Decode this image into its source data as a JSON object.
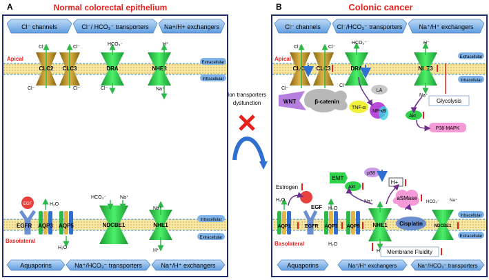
{
  "panel_a": {
    "letter": "A",
    "title": "Normal colorectal epithelium",
    "top_labels": [
      "Cl⁻ channels",
      "Cl⁻/ HCO₃⁻ transporters",
      "Na+/H+ exchangers"
    ],
    "apical": "Apical",
    "extracellular": "Extracellular",
    "intracellular": "Intracellular",
    "clc2": "CLC2",
    "clc3": "CLC3",
    "dra": "DRA",
    "nhe3": "NHE3",
    "cl": "Cl⁻",
    "hco3": "HCO₃⁻",
    "h": "H⁺",
    "na": "Na⁺",
    "egf": "EGF",
    "egfr": "EGFR",
    "aqp3": "AQP3",
    "aqp5": "AQP5",
    "h2o": "H₂O",
    "ndcbe1": "NDCBE1",
    "nhe1": "NHE1",
    "basolateral": "Basolateral",
    "bottom_labels": [
      "Aquaporins",
      "Na⁺/HCO₃⁻ transporters",
      "Na⁺/H⁺ exchangers"
    ]
  },
  "middle": {
    "line1": "Ion transporters",
    "line2": "dysfunction"
  },
  "panel_b": {
    "letter": "B",
    "title": "Colonic cancer",
    "top_labels": [
      "Cl⁻ channels",
      "Cl⁻/HCO₃⁻ transporters",
      "Na⁺/H⁺ exchangers"
    ],
    "apical": "Apical",
    "extracellular": "Extracellular",
    "intracellular": "Intracellular",
    "clc2": "CLC2",
    "clc3": "CLC3",
    "dra": "DRA",
    "nhe3": "NHE3",
    "cl": "Cl⁻",
    "hco3": "HCO₃⁻",
    "h": "H⁺",
    "na": "Na⁺",
    "wnt": "WNT",
    "beta_catenin": "β-catenin",
    "tnf": "TNF-α",
    "la": "LA",
    "nfkb": "NF-κB",
    "akt": "Akt",
    "glycolysis": "Glycolysis",
    "p38mapk": "P38-MAPK",
    "emt": "EMT",
    "p38": "p38",
    "estrogen": "Estrogen",
    "egf": "EGF",
    "egfr": "EGFR",
    "aqp1": "AQP1",
    "aqp3": "AQP3",
    "aqp5": "AQP5",
    "h2o": "H₂O",
    "nhe1": "NHE1",
    "h_plus": "H+",
    "asmase": "aSMase",
    "cisplatin": "Cisplatin",
    "ndcbe1": "NDCBE1",
    "membrane_fluidity": "Membrane Fluidity",
    "basolateral": "Basolateral",
    "bottom_labels": [
      "Aquaporins",
      "Na⁺/H⁺ exchangers",
      "Na⁺/HCO₃⁻ transporters"
    ]
  },
  "colors": {
    "frame": "#1f2d6b",
    "title_red": "#e8201c",
    "label_blue": "#7fb3ea",
    "transporter_green": "#2fd04a",
    "transporter_gold": "#c99a2a",
    "membrane": "#f3d77a",
    "up_arrow": "#e8201c",
    "down_arrow": "#2f6fd0"
  }
}
